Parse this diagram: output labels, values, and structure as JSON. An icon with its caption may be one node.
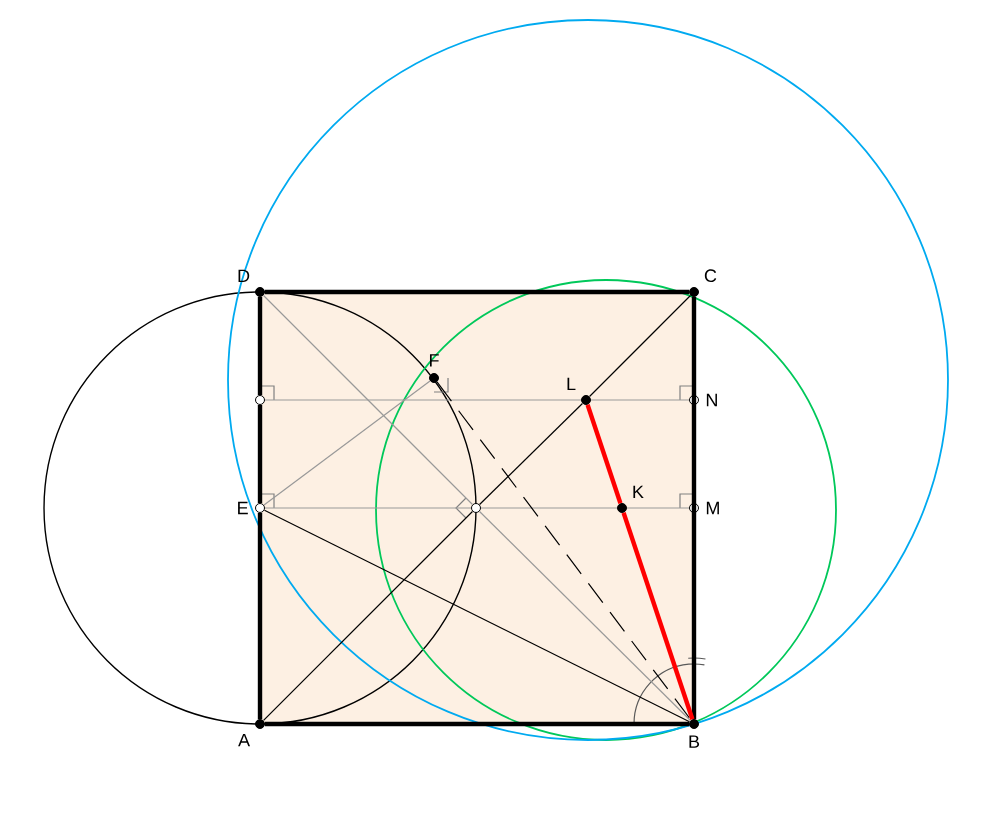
{
  "diagram": {
    "nodes": [
      {
        "text": [
          "D"
        ]
      },
      {
        "text": [
          "C"
        ]
      },
      {
        "text": [
          "F"
        ]
      },
      {
        "text": [
          "L"
        ]
      },
      {
        "text": [
          "N"
        ]
      },
      {
        "text": [
          "E"
        ]
      },
      {
        "text": [
          "K"
        ]
      },
      {
        "text": [
          "M"
        ]
      },
      {
        "text": [
          "A"
        ]
      },
      {
        "text": [
          "B"
        ]
      },
      {
        "text": [],
        "shape": "circle"
      },
      {
        "text": [],
        "shape": "circle"
      }
    ],
    "edges": [
      {
        "from": 0,
        "to": 1,
        "arrow": "none",
        "style": "thick"
      },
      {
        "from": 1,
        "to": 9,
        "arrow": "none",
        "style": "thick"
      },
      {
        "from": 8,
        "to": 9,
        "arrow": "none",
        "style": "thick"
      },
      {
        "from": 0,
        "to": 10,
        "arrow": "none",
        "style": "thick"
      },
      {
        "from": 10,
        "to": 5,
        "arrow": "none",
        "style": "thick"
      },
      {
        "from": 5,
        "to": 8,
        "arrow": "none",
        "style": "thick"
      },
      {
        "from": 8,
        "to": 11,
        "arrow": "none"
      },
      {
        "from": 11,
        "to": 3,
        "arrow": "none"
      },
      {
        "from": 3,
        "to": 1,
        "arrow": "none"
      },
      {
        "from": 0,
        "to": 11,
        "arrow": "none",
        "color": "#999999"
      },
      {
        "from": 11,
        "to": 9,
        "arrow": "none",
        "color": "#999999"
      },
      {
        "from": 5,
        "to": 9,
        "arrow": "none"
      },
      {
        "from": 5,
        "to": 2,
        "arrow": "none",
        "color": "#999999"
      },
      {
        "from": 10,
        "to": 3,
        "arrow": "none",
        "color": "#999999"
      },
      {
        "from": 3,
        "to": 4,
        "arrow": "none",
        "color": "#999999"
      },
      {
        "from": 5,
        "to": 11,
        "arrow": "none",
        "color": "#999999"
      },
      {
        "from": 11,
        "to": 6,
        "arrow": "none",
        "color": "#999999"
      },
      {
        "from": 6,
        "to": 7,
        "arrow": "none",
        "color": "#999999"
      },
      {
        "from": 2,
        "to": 9,
        "arrow": "none",
        "style": "dashed"
      },
      {
        "from": 3,
        "to": 6,
        "arrow": "none",
        "style": "thick",
        "color": "#ff0000"
      },
      {
        "from": 6,
        "to": 9,
        "arrow": "none",
        "style": "thick",
        "color": "#ff0000"
      }
    ]
  }
}
